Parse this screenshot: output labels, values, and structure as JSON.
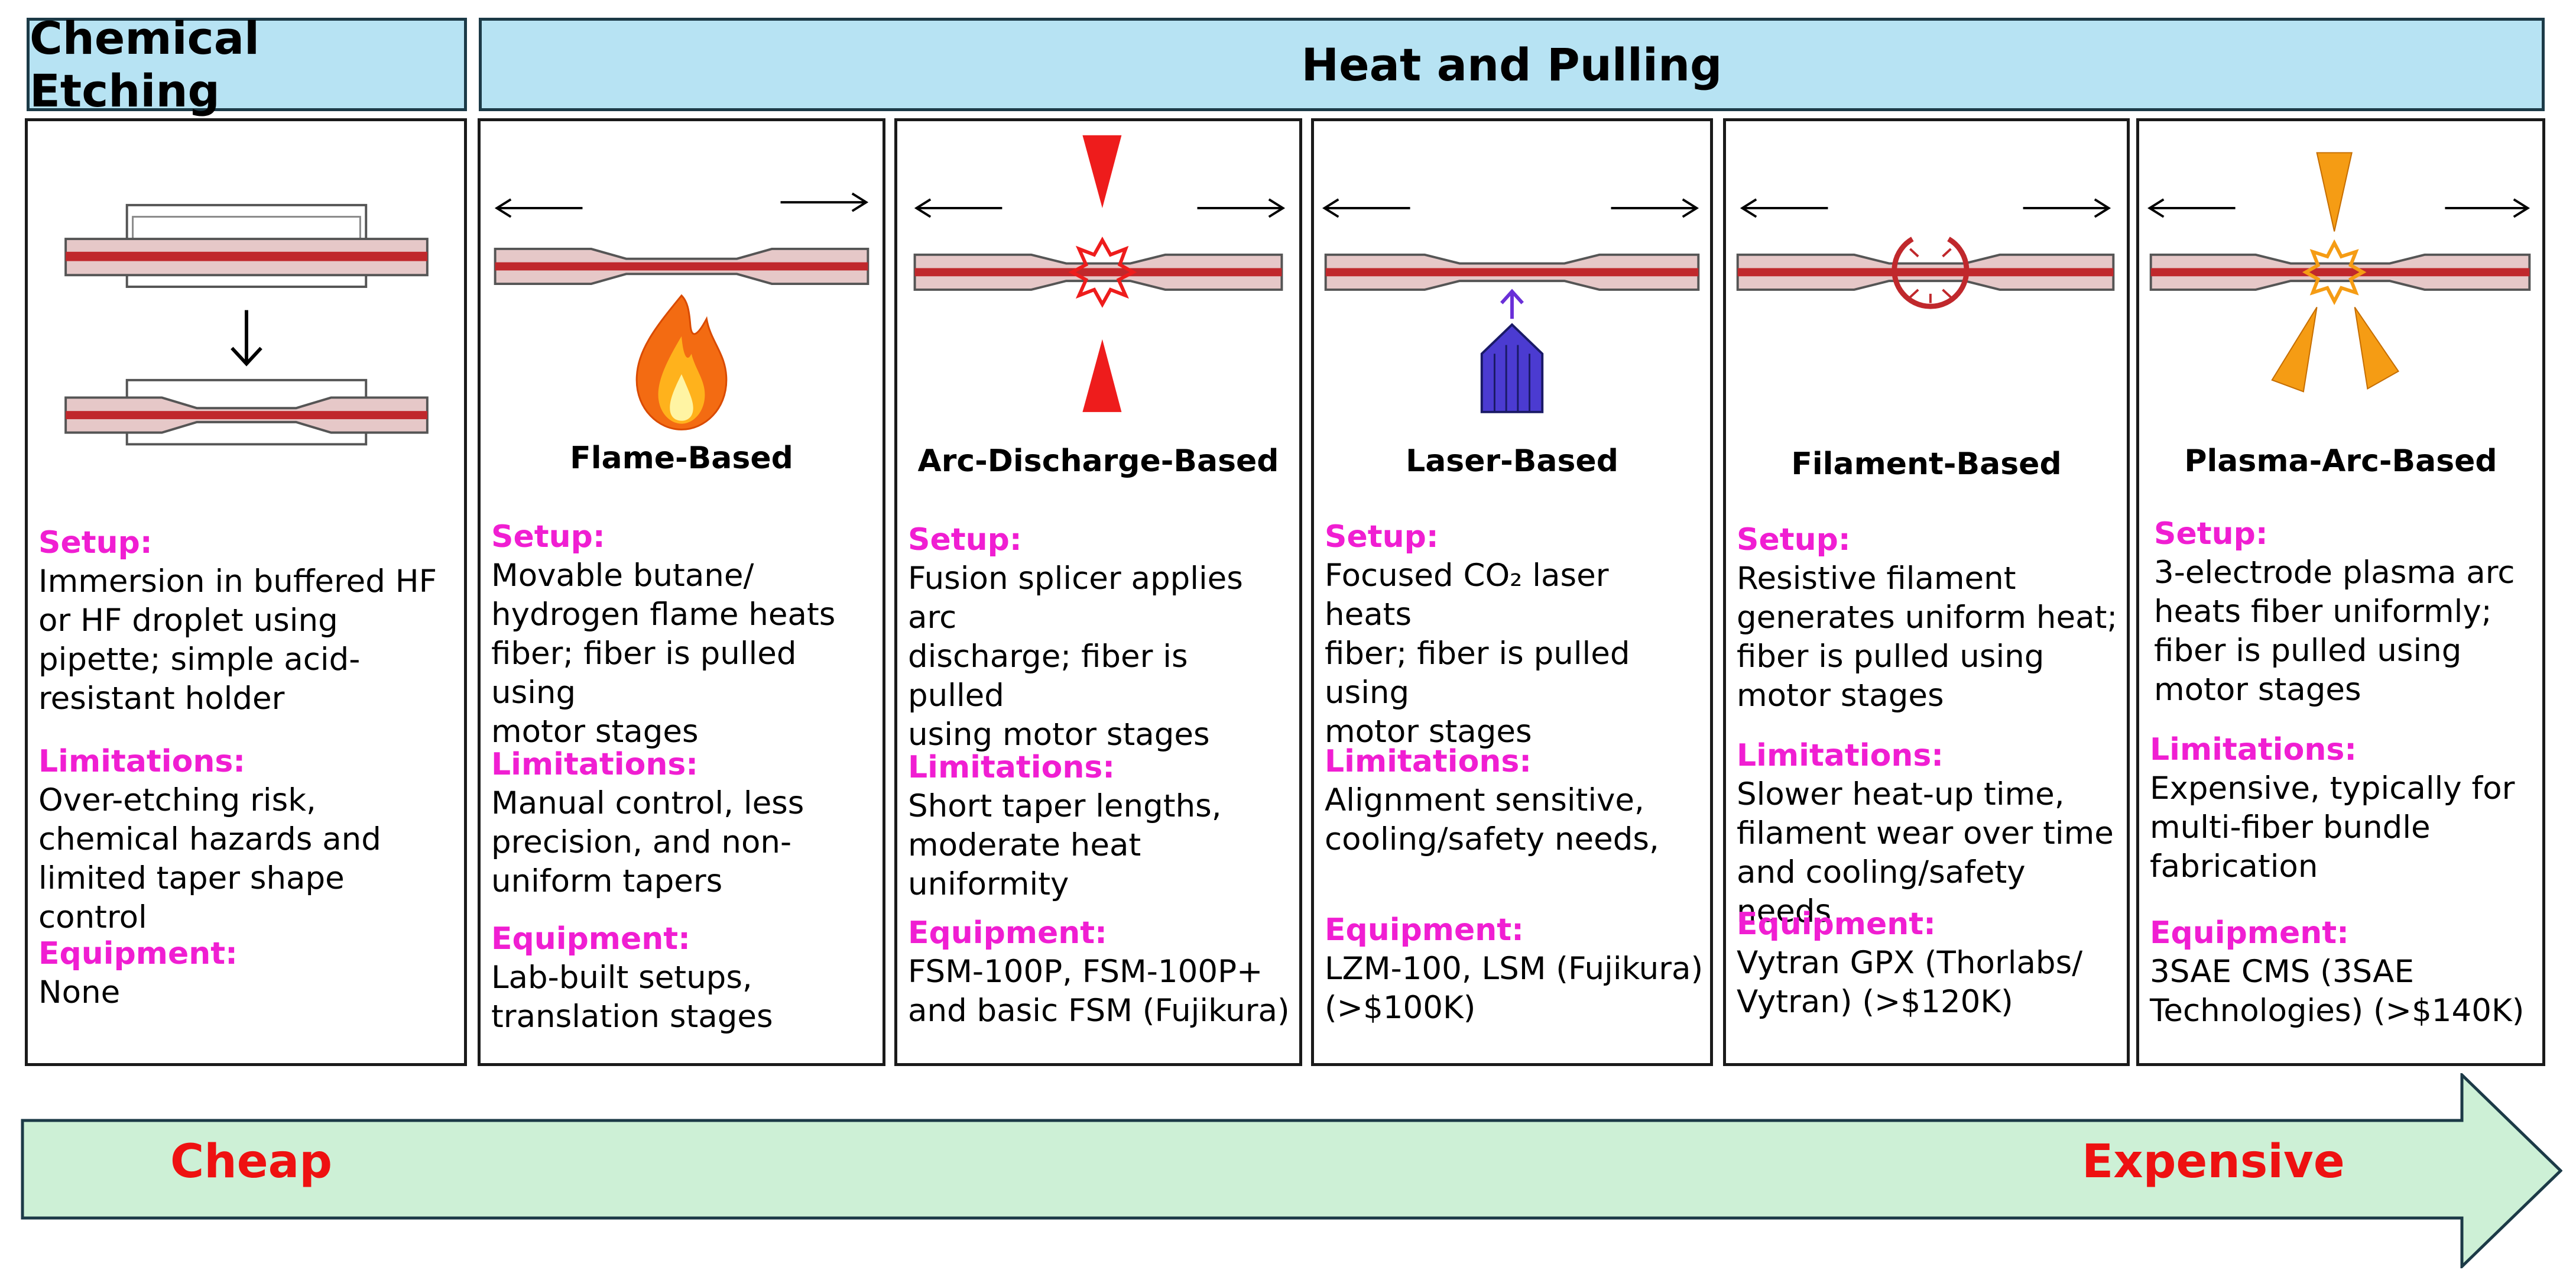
{
  "headers": {
    "chemical": "Chemical Etching",
    "heat": "Heat and Pulling"
  },
  "colors": {
    "header_bg": "#b7e3f3",
    "label": "#f01ed2",
    "cost_text": "#ee1111",
    "arrow_bg": "#cdf0d6",
    "fiber_core": "#c0282c",
    "fiber_clad": "#e6c8c8"
  },
  "panels": [
    {
      "title": "",
      "setup_label": "Setup:",
      "setup": [
        "Immersion in buffered HF",
        "or HF droplet using",
        "pipette; simple acid-",
        "resistant holder"
      ],
      "limitations_label": "Limitations:",
      "limitations": [
        "Over-etching risk,",
        "chemical hazards and",
        "limited taper shape",
        "control"
      ],
      "equipment_label": "Equipment:",
      "equipment": [
        "None"
      ]
    },
    {
      "title": "Flame-Based",
      "icon": "flame-icon",
      "setup_label": "Setup:",
      "setup": [
        "Movable butane/",
        "hydrogen flame heats",
        "fiber; fiber is pulled using",
        "motor stages"
      ],
      "limitations_label": "Limitations:",
      "limitations": [
        "Manual control, less",
        "precision, and non-",
        "uniform tapers"
      ],
      "equipment_label": "Equipment:",
      "equipment": [
        "Lab-built setups,",
        "translation stages"
      ]
    },
    {
      "title": "Arc-Discharge-Based",
      "icon": "arc-spark-icon",
      "setup_label": "Setup:",
      "setup": [
        "Fusion splicer applies arc",
        "discharge; fiber is pulled",
        "using motor stages"
      ],
      "limitations_label": "Limitations:",
      "limitations": [
        "Short taper lengths,",
        "moderate heat uniformity"
      ],
      "equipment_label": "Equipment:",
      "equipment": [
        "FSM-100P, FSM-100P+",
        "and basic FSM (Fujikura)"
      ]
    },
    {
      "title": "Laser-Based",
      "icon": "laser-icon",
      "setup_label": "Setup:",
      "setup": [
        "Focused CO₂ laser heats",
        "fiber; fiber is pulled using",
        "motor stages"
      ],
      "limitations_label": "Limitations:",
      "limitations": [
        "Alignment sensitive,",
        "cooling/safety needs,"
      ],
      "equipment_label": "Equipment:",
      "equipment": [
        "LZM-100, LSM (Fujikura)",
        "(>$100K)"
      ]
    },
    {
      "title": "Filament-Based",
      "icon": "filament-icon",
      "setup_label": "Setup:",
      "setup": [
        "Resistive filament",
        "generates uniform heat;",
        "fiber is pulled using",
        "motor stages"
      ],
      "limitations_label": "Limitations:",
      "limitations": [
        "Slower heat-up time,",
        "filament wear over time",
        "and cooling/safety needs"
      ],
      "equipment_label": "Equipment:",
      "equipment": [
        "Vytran GPX (Thorlabs/",
        "Vytran) (>$120K)"
      ]
    },
    {
      "title": "Plasma-Arc-Based",
      "icon": "plasma-arc-icon",
      "setup_label": "Setup:",
      "setup": [
        "3-electrode plasma arc",
        "heats fiber uniformly;",
        "fiber is pulled using",
        "motor stages"
      ],
      "limitations_label": "Limitations:",
      "limitations": [
        "Expensive, typically for",
        "multi-fiber bundle",
        "fabrication"
      ],
      "equipment_label": "Equipment:",
      "equipment": [
        "3SAE CMS (3SAE",
        "Technologies) (>$140K)"
      ]
    }
  ],
  "cost_scale": {
    "low": "Cheap",
    "high": "Expensive"
  }
}
